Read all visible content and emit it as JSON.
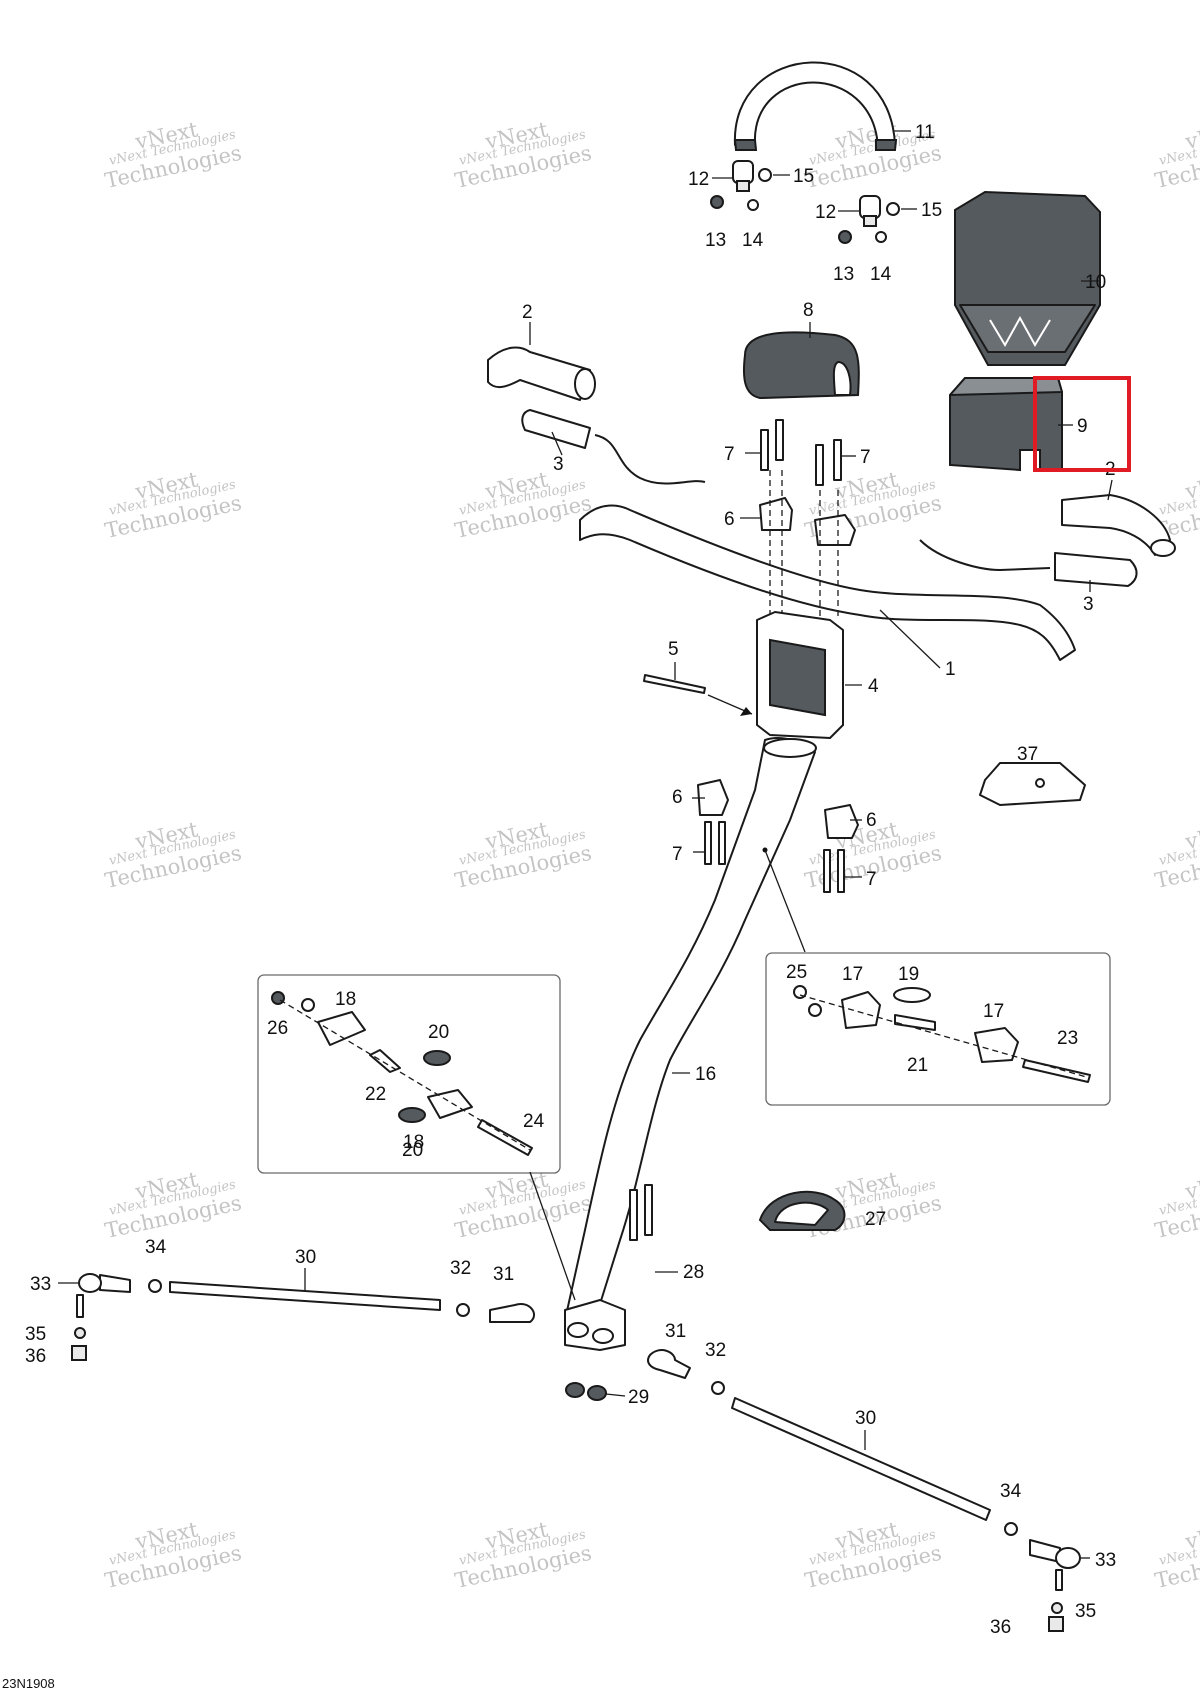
{
  "watermark": {
    "line1": "vNext Technologies",
    "line2": "Technologies",
    "brand": "vNext"
  },
  "drawing_code": "23N1908",
  "callouts": [
    {
      "id": "c1",
      "text": "1"
    },
    {
      "id": "c2a",
      "text": "2"
    },
    {
      "id": "c2b",
      "text": "2"
    },
    {
      "id": "c3a",
      "text": "3"
    },
    {
      "id": "c3b",
      "text": "3"
    },
    {
      "id": "c4",
      "text": "4"
    },
    {
      "id": "c5",
      "text": "5"
    },
    {
      "id": "c6a",
      "text": "6"
    },
    {
      "id": "c6b",
      "text": "6"
    },
    {
      "id": "c6c",
      "text": "6"
    },
    {
      "id": "c7a",
      "text": "7"
    },
    {
      "id": "c7b",
      "text": "7"
    },
    {
      "id": "c7c",
      "text": "7"
    },
    {
      "id": "c7d",
      "text": "7"
    },
    {
      "id": "c8",
      "text": "8"
    },
    {
      "id": "c9",
      "text": "9"
    },
    {
      "id": "c10",
      "text": "10"
    },
    {
      "id": "c11",
      "text": "11"
    },
    {
      "id": "c12a",
      "text": "12"
    },
    {
      "id": "c12b",
      "text": "12"
    },
    {
      "id": "c13a",
      "text": "13"
    },
    {
      "id": "c13b",
      "text": "13"
    },
    {
      "id": "c14a",
      "text": "14"
    },
    {
      "id": "c14b",
      "text": "14"
    },
    {
      "id": "c15a",
      "text": "15"
    },
    {
      "id": "c15b",
      "text": "15"
    },
    {
      "id": "c16",
      "text": "16"
    },
    {
      "id": "c17a",
      "text": "17"
    },
    {
      "id": "c17b",
      "text": "17"
    },
    {
      "id": "c18a",
      "text": "18"
    },
    {
      "id": "c18b",
      "text": "18"
    },
    {
      "id": "c19",
      "text": "19"
    },
    {
      "id": "c20a",
      "text": "20"
    },
    {
      "id": "c20b",
      "text": "20"
    },
    {
      "id": "c21",
      "text": "21"
    },
    {
      "id": "c22",
      "text": "22"
    },
    {
      "id": "c23",
      "text": "23"
    },
    {
      "id": "c24",
      "text": "24"
    },
    {
      "id": "c25",
      "text": "25"
    },
    {
      "id": "c26",
      "text": "26"
    },
    {
      "id": "c27",
      "text": "27"
    },
    {
      "id": "c28",
      "text": "28"
    },
    {
      "id": "c29",
      "text": "29"
    },
    {
      "id": "c30a",
      "text": "30"
    },
    {
      "id": "c30b",
      "text": "30"
    },
    {
      "id": "c31a",
      "text": "31"
    },
    {
      "id": "c31b",
      "text": "31"
    },
    {
      "id": "c32a",
      "text": "32"
    },
    {
      "id": "c32b",
      "text": "32"
    },
    {
      "id": "c33a",
      "text": "33"
    },
    {
      "id": "c33b",
      "text": "33"
    },
    {
      "id": "c34a",
      "text": "34"
    },
    {
      "id": "c34b",
      "text": "34"
    },
    {
      "id": "c35a",
      "text": "35"
    },
    {
      "id": "c35b",
      "text": "35"
    },
    {
      "id": "c36a",
      "text": "36"
    },
    {
      "id": "c36b",
      "text": "36"
    },
    {
      "id": "c37",
      "text": "37"
    }
  ],
  "highlight": {
    "part": "9",
    "color": "#e01b24"
  }
}
